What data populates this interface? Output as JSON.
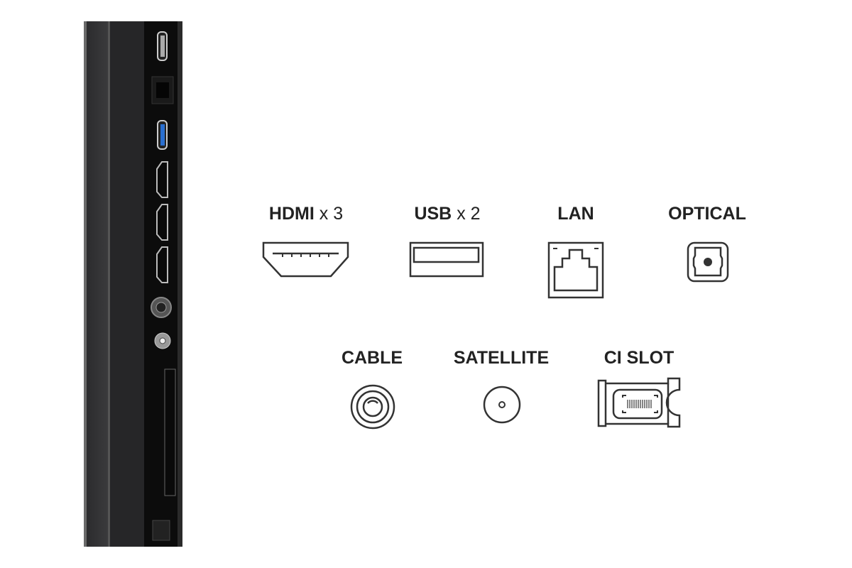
{
  "connectors": [
    {
      "name": "HDMI",
      "multiplier": "x 3",
      "icon": "hdmi-icon"
    },
    {
      "name": "USB",
      "multiplier": "x 2",
      "icon": "usb-icon"
    },
    {
      "name": "LAN",
      "icon": "lan-icon"
    },
    {
      "name": "OPTICAL",
      "icon": "optical-icon"
    },
    {
      "name": "CABLE",
      "icon": "cable-icon"
    },
    {
      "name": "SATELLITE",
      "icon": "satellite-icon"
    },
    {
      "name": "CI SLOT",
      "icon": "ci-slot-icon"
    }
  ],
  "colors": {
    "text": "#222222",
    "panel": "#111111",
    "usb3": "#2a6fd0"
  }
}
